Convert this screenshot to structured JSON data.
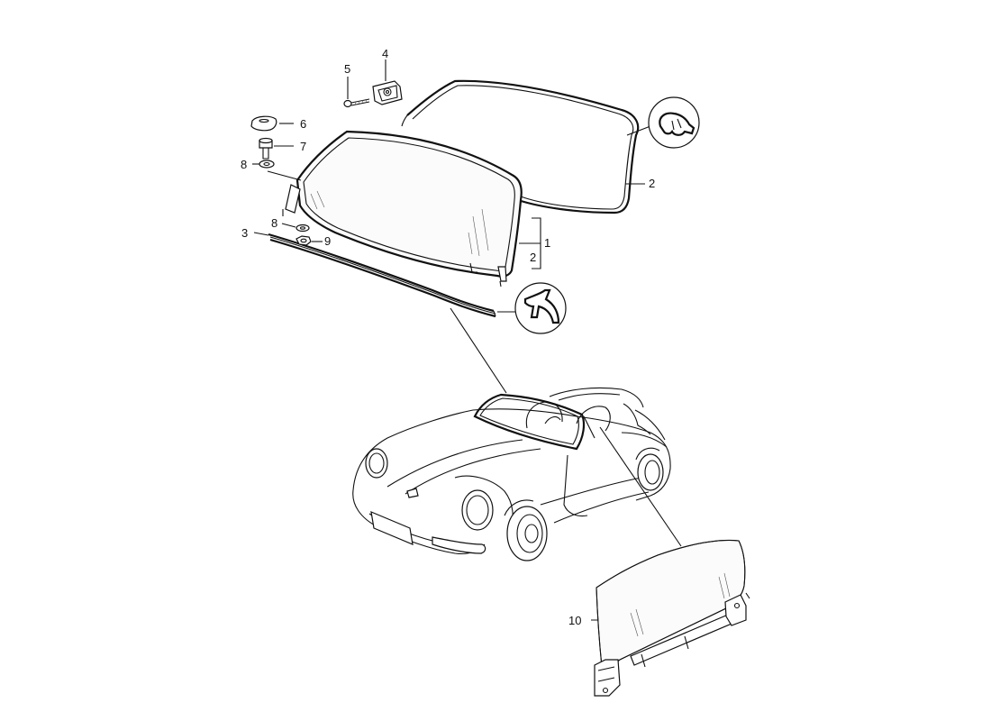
{
  "diagram": {
    "callouts": {
      "c1": "1",
      "c2a": "2",
      "c2b": "2",
      "c3": "3",
      "c4": "4",
      "c5": "5",
      "c6": "6",
      "c7": "7",
      "c8a": "8",
      "c8b": "8",
      "c9": "9",
      "c10": "10"
    },
    "parts": [
      {
        "id": "c1",
        "desc": "windshield glass"
      },
      {
        "id": "c2",
        "desc": "windshield seal"
      },
      {
        "id": "c3",
        "desc": "lower trim strip"
      },
      {
        "id": "c4",
        "desc": "mirror bracket"
      },
      {
        "id": "c5",
        "desc": "screw"
      },
      {
        "id": "c6",
        "desc": "cover cap"
      },
      {
        "id": "c7",
        "desc": "bolt"
      },
      {
        "id": "c8",
        "desc": "washer"
      },
      {
        "id": "c9",
        "desc": "nut"
      },
      {
        "id": "c10",
        "desc": "side window glass"
      }
    ]
  }
}
